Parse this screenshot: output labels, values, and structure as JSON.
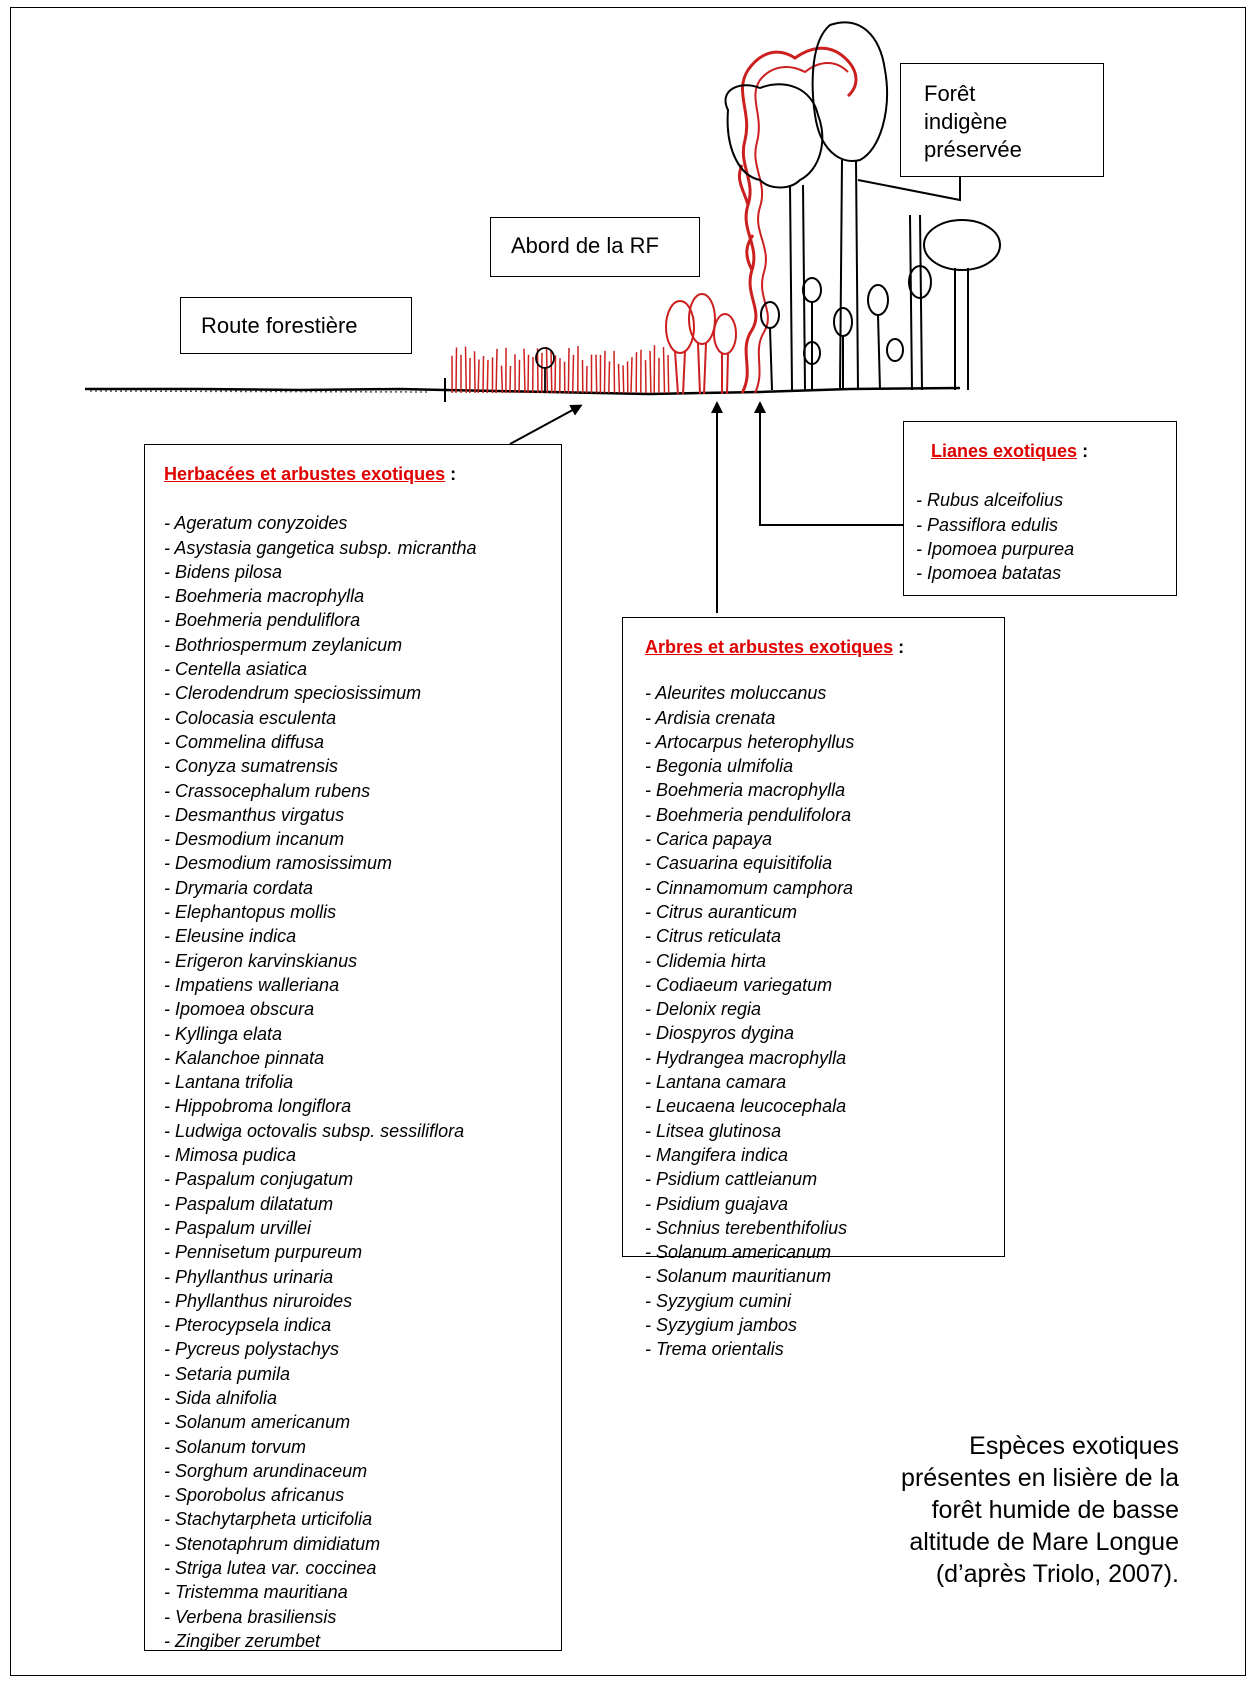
{
  "labels": {
    "route": "Route forestière",
    "abord": "Abord de la RF",
    "foret": [
      "Forêt",
      "indigène",
      "préservée"
    ]
  },
  "herbacees": {
    "title": "Herbacées et arbustes exotiques",
    "colon": " :",
    "items": [
      "- Ageratum conyzoides",
      "- Asystasia gangetica subsp. micrantha",
      "- Bidens pilosa",
      "- Boehmeria macrophylla",
      "- Boehmeria penduliflora",
      "- Bothriospermum zeylanicum",
      "- Centella asiatica",
      "- Clerodendrum speciosissimum",
      "- Colocasia esculenta",
      "- Commelina diffusa",
      "- Conyza sumatrensis",
      "- Crassocephalum rubens",
      "- Desmanthus virgatus",
      "- Desmodium incanum",
      "- Desmodium ramosissimum",
      "- Drymaria cordata",
      "- Elephantopus mollis",
      "- Eleusine indica",
      "- Erigeron karvinskianus",
      "- Impatiens walleriana",
      "- Ipomoea obscura",
      "- Kyllinga elata",
      "- Kalanchoe pinnata",
      "- Lantana trifolia",
      "- Hippobroma longiflora",
      "- Ludwiga octovalis subsp. sessiliflora",
      "- Mimosa pudica",
      "- Paspalum conjugatum",
      "- Paspalum dilatatum",
      "- Paspalum urvillei",
      "- Pennisetum purpureum",
      "- Phyllanthus urinaria",
      "- Phyllanthus niruroides",
      "- Pterocypsela  indica",
      "- Pycreus polystachys",
      "- Setaria pumila",
      "- Sida alnifolia",
      "- Solanum americanum",
      "- Solanum torvum",
      "- Sorghum arundinaceum",
      "- Sporobolus africanus",
      "- Stachytarpheta urticifolia",
      "- Stenotaphrum dimidiatum",
      "- Striga lutea var. coccinea",
      "- Tristemma mauritiana",
      "- Verbena brasiliensis",
      "- Zingiber zerumbet"
    ]
  },
  "arbres": {
    "title": "Arbres et arbustes exotiques",
    "colon": " :",
    "items": [
      "- Aleurites moluccanus",
      "- Ardisia crenata",
      "- Artocarpus heterophyllus",
      "- Begonia ulmifolia",
      "- Boehmeria macrophylla",
      "- Boehmeria pendulifolora",
      "- Carica papaya",
      "- Casuarina equisitifolia",
      "- Cinnamomum camphora",
      "- Citrus auranticum",
      "- Citrus reticulata",
      "- Clidemia hirta",
      "- Codiaeum variegatum",
      "- Delonix regia",
      "- Diospyros dygina",
      "- Hydrangea macrophylla",
      "- Lantana camara",
      "- Leucaena leucocephala",
      "- Litsea glutinosa",
      "- Mangifera indica",
      "- Psidium cattleianum",
      "- Psidium guajava",
      "- Schnius terebenthifolius",
      "- Solanum americanum",
      "- Solanum mauritianum",
      "- Syzygium cumini",
      "- Syzygium jambos",
      "- Trema orientalis"
    ]
  },
  "lianes": {
    "title": "Lianes exotiques",
    "colon": " :",
    "items": [
      "- Rubus alceifolius",
      "- Passiflora edulis",
      "- Ipomoea purpurea",
      "- Ipomoea batatas"
    ]
  },
  "caption": [
    "Espèces exotiques",
    "présentes en lisière de la",
    "forêt humide de basse",
    "altitude de Mare Longue",
    "(d’après Triolo, 2007)."
  ],
  "colors": {
    "exotic_red": "#cc1f1f",
    "title_red": "#e00000",
    "ink": "#000000"
  }
}
